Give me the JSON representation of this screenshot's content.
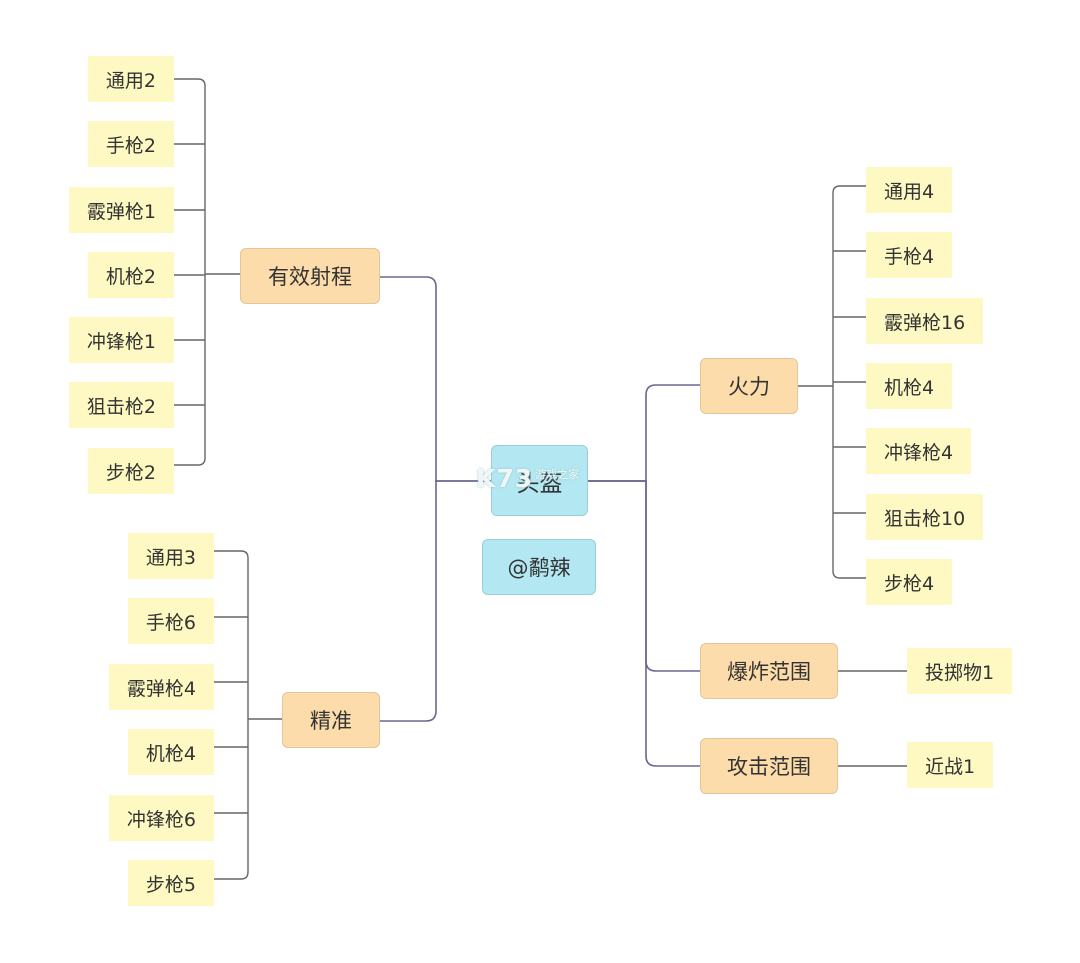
{
  "root": {
    "label": "头盔",
    "author": "@鹬辣"
  },
  "branches": {
    "range": {
      "label": "有效射程",
      "leaves": [
        "通用2",
        "手枪2",
        "霰弹枪1",
        "机枪2",
        "冲锋枪1",
        "狙击枪2",
        "步枪2"
      ]
    },
    "accuracy": {
      "label": "精准",
      "leaves": [
        "通用3",
        "手枪6",
        "霰弹枪4",
        "机枪4",
        "冲锋枪6",
        "步枪5"
      ]
    },
    "firepower": {
      "label": "火力",
      "leaves": [
        "通用4",
        "手枪4",
        "霰弹枪16",
        "机枪4",
        "冲锋枪4",
        "狙击枪10",
        "步枪4"
      ]
    },
    "blast": {
      "label": "爆炸范围",
      "leaves": [
        "投掷物1"
      ]
    },
    "attack": {
      "label": "攻击范围",
      "leaves": [
        "近战1"
      ]
    }
  },
  "watermark": {
    "logo": "K73",
    "text": "游戏之家"
  },
  "colors": {
    "root_fill": "#b3e7f1",
    "branch_fill": "#fcdcaa",
    "leaf_fill": "#fef9c3",
    "line": "#6a6690",
    "text": "#333333"
  }
}
